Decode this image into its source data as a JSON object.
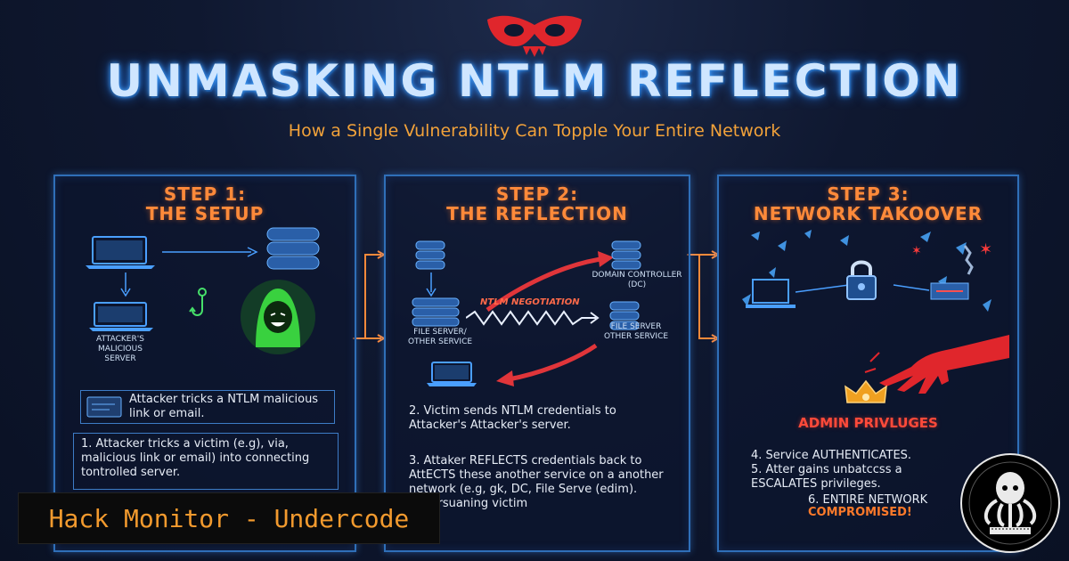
{
  "header": {
    "title": "UNMASKING NTLM REFLECTION",
    "subtitle": "How a Single Vulnerability Can Topple Your Entire Network"
  },
  "steps": [
    {
      "heading_line1": "STEP 1:",
      "heading_line2": "THE SETUP",
      "attacker_server_label": "ATTACKER'S\nMALICIOUS\nSERVER",
      "box_text": "Attacker tricks a NTLM malicious link or email.",
      "bottom_text": "1. Attacker tricks a victim (e.g), via, malicious link or email) into connecting tontrolled server."
    },
    {
      "heading_line1": "STEP 2:",
      "heading_line2": "THE REFLECTION",
      "dc_label": "DOMAIN CONTROLLER\n(DC)",
      "negotiation_label": "NTLM NEGOTIATION",
      "file_server_left": "FILE SERVER/\nOTHER SERVICE",
      "file_server_right": "FILE SERVER\nOTHER SERVICE",
      "text_2": "2.  Victim sends NTLM credentials to Attacker's Attacker's server.",
      "text_3": "3.  Attaker REFLECTS credentials back to AttECTS these another service on a another network (e.g, gk, DC, File Serve (edim). imporsuaning victim"
    },
    {
      "heading_line1": "STEP 3:",
      "heading_line2": "NETWORK TAKOOVER",
      "admin_label": "ADMIN PRIVLUGES",
      "text_4": "4. Service AUTHENTICATES.",
      "text_5": "5.  Atter gains unbatccss a ESCALATES privileges.",
      "text_6a": "6. ENTIRE NETWORK",
      "text_6b": "COMPROMISED!"
    }
  ],
  "footer": {
    "brand": "Hack Monitor - Undercode"
  },
  "colors": {
    "accent_orange": "#ff8a3a",
    "panel_border": "#2f6fb8",
    "alert_red": "#ff3b3b"
  },
  "icons": [
    "mask-icon",
    "laptop-icon",
    "server-icon",
    "hacker-icon",
    "hook-icon",
    "lock-icon",
    "crown-icon",
    "octopus-logo-icon"
  ]
}
